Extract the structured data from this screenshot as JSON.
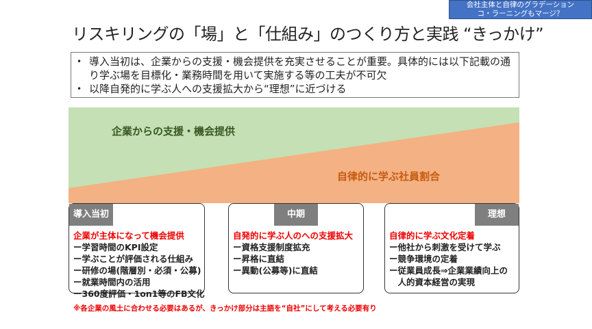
{
  "note": {
    "line1": "会社主体と自律のグラデーション",
    "line2": "コ・ラーニングもマージ？",
    "color": "#4472c4"
  },
  "title": "リスキリングの「場」と「仕組み」のつくり方と実践 “きっかけ”",
  "bullets": [
    "導入当初は、企業からの支援・機会提供を充実させることが重要。具体的には以下記載の通り学ぶ場を目標化・業務時間を用いて実施する等の工夫が不可欠",
    "以降自発的に学ぶ人への支援拡大から“理想”に近づける"
  ],
  "band": {
    "support_label": "企業からの支援・機会提供",
    "autonomy_label": "自律的に学ぶ社員割合",
    "green": "#c5e0b4",
    "orange": "#f4b183"
  },
  "stages": [
    {
      "tag": "導入当初",
      "head": "企業が主体になって機会提供",
      "items": [
        "ー学習時間のKPI設定",
        "ー学ぶことが評価される仕組み",
        "ー研修の場(階層別・必須・公募)",
        "ー就業時間内の活用",
        "ー360度評価・1on1等のFB文化"
      ]
    },
    {
      "tag": "中期",
      "head": "自発的に学ぶ人のへの支援拡大",
      "items": [
        "ー資格支援制度拡充",
        "ー昇格に直結",
        "ー異動(公募等)に直結"
      ]
    },
    {
      "tag": "理想",
      "head": "自律的に学ぶ文化定着",
      "items": [
        "ー他社から刺激を受けて学ぶ",
        "ー競争環境の定着",
        "ー従業員成長⇒企業業績向上の",
        "　人的資本経営の実現"
      ]
    }
  ],
  "footnote": "※各企業の風土に合わせる必要はあるが、きっかけ部分は主語を“自社”にして考える必要有り"
}
